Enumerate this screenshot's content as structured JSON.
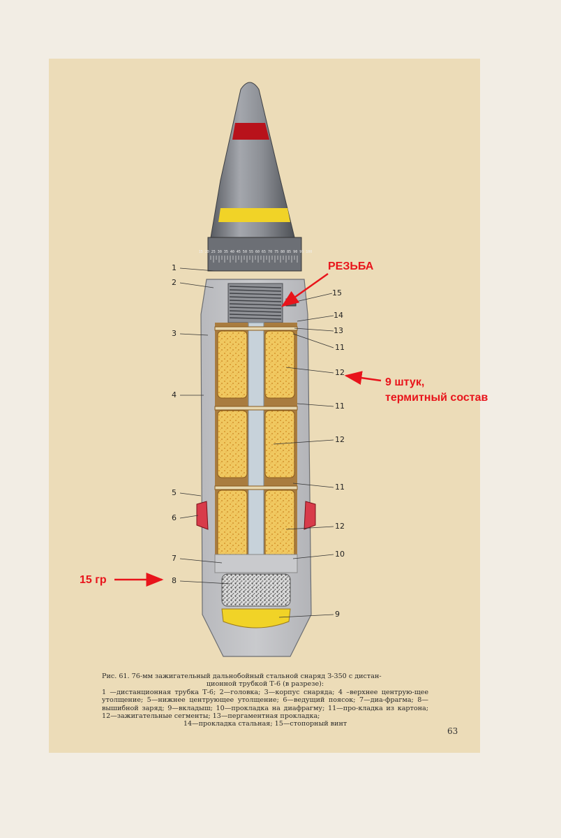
{
  "annotations": {
    "thread": "РЕЗЬБА",
    "segments_line1": "9 штук,",
    "segments_line2": "термитный состав",
    "charge_weight": "15 гр"
  },
  "callouts": [
    "1",
    "2",
    "3",
    "4",
    "5",
    "6",
    "7",
    "8",
    "9",
    "10",
    "11",
    "12",
    "13",
    "14",
    "15"
  ],
  "fuze_scale": "15 20 25 30 35 40 45 50 55 60 65 70 75 80 85 90 95 100",
  "caption": {
    "title": "Рис. 61. 76-мм зажигательный дальнобойный стальной снаряд З-350 с дистан-",
    "subtitle": "ционной трубкой Т-6 (в разрезе):",
    "legend": "1 —дистанционная трубка Т-6; 2—головка; 3—корпус снаряда; 4 –верхнее центрую-щее утолщение; 5—нижнее центрующее утолщение; 6—ведущий поясок; 7—диа-фрагма; 8—вышибной заряд; 9—вкладыш; 10—прокладка на диафрагму; 11—про-кладка из картона; 12—зажигательные сегменты; 13—пергаментная прокладка;",
    "legend_last": "14—прокладка стальная; 15—стопорный винт"
  },
  "page_number": "63",
  "colors": {
    "annotation": "#e8141b",
    "steel": "#8d8f94",
    "red_band": "#b8121b",
    "yellow_band": "#f1d327",
    "incendiary": "#f0c860",
    "plate": "#ecdcb8"
  }
}
